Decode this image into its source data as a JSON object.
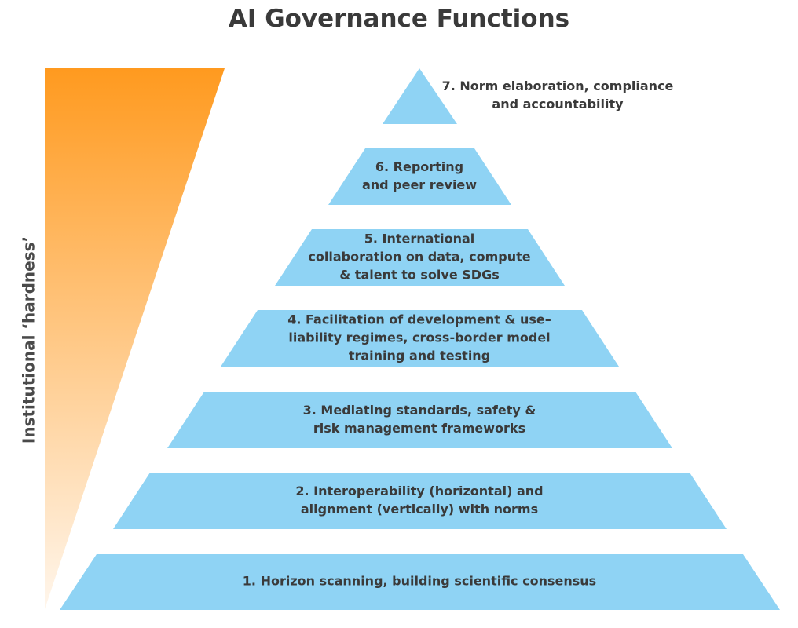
{
  "title": "AI Governance Functions",
  "axis_label": "Institutional ‘hardness’",
  "colors": {
    "tier_fill": "#8fd3f4",
    "gradient_top": "#ff9a1f",
    "gradient_bottom": "#fff6ec",
    "text": "#3a3a3a"
  },
  "tiers": [
    {
      "level": 7,
      "lines": [
        "7. Norm elaboration, compliance",
        "and accountability"
      ]
    },
    {
      "level": 6,
      "lines": [
        "6. Reporting",
        "and peer review"
      ]
    },
    {
      "level": 5,
      "lines": [
        "5. International",
        "collaboration on data, compute",
        "& talent to solve SDGs"
      ]
    },
    {
      "level": 4,
      "lines": [
        "4. Facilitation of development & use–",
        "liability regimes, cross-border model",
        "training and testing"
      ]
    },
    {
      "level": 3,
      "lines": [
        "3. Mediating standards, safety &",
        "risk management frameworks"
      ]
    },
    {
      "level": 2,
      "lines": [
        "2. Interoperability (horizontal) and",
        "alignment (vertically) with norms"
      ]
    },
    {
      "level": 1,
      "lines": [
        "1. Horizon scanning, building scientific consensus"
      ]
    }
  ]
}
